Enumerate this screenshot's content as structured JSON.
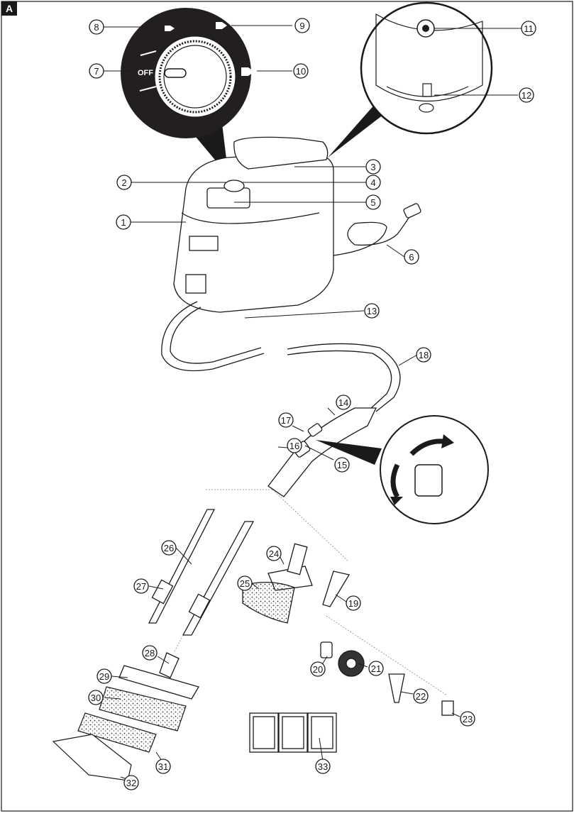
{
  "figure": {
    "label": "A",
    "dial_off_text": "OFF"
  },
  "callouts": [
    {
      "id": "c1",
      "text": "1"
    },
    {
      "id": "c2",
      "text": "2"
    },
    {
      "id": "c3",
      "text": "3"
    },
    {
      "id": "c4",
      "text": "4"
    },
    {
      "id": "c5",
      "text": "5"
    },
    {
      "id": "c6",
      "text": "6"
    },
    {
      "id": "c7",
      "text": "7"
    },
    {
      "id": "c8",
      "text": "8"
    },
    {
      "id": "c9",
      "text": "9"
    },
    {
      "id": "c10",
      "text": "10"
    },
    {
      "id": "c11",
      "text": "11"
    },
    {
      "id": "c12",
      "text": "12"
    },
    {
      "id": "c13",
      "text": "13"
    },
    {
      "id": "c14",
      "text": "14"
    },
    {
      "id": "c15",
      "text": "15"
    },
    {
      "id": "c16",
      "text": "16"
    },
    {
      "id": "c17",
      "text": "17"
    },
    {
      "id": "c18",
      "text": "18"
    },
    {
      "id": "c19",
      "text": "19"
    },
    {
      "id": "c20",
      "text": "20"
    },
    {
      "id": "c21",
      "text": "21"
    },
    {
      "id": "c22",
      "text": "22"
    },
    {
      "id": "c23",
      "text": "23"
    },
    {
      "id": "c24",
      "text": "24"
    },
    {
      "id": "c25",
      "text": "25"
    },
    {
      "id": "c26",
      "text": "26"
    },
    {
      "id": "c27",
      "text": "27"
    },
    {
      "id": "c28",
      "text": "28"
    },
    {
      "id": "c29",
      "text": "29"
    },
    {
      "id": "c30",
      "text": "30"
    },
    {
      "id": "c31",
      "text": "31"
    },
    {
      "id": "c32",
      "text": "32"
    },
    {
      "id": "c33",
      "text": "33"
    }
  ],
  "colors": {
    "line": "#1a1a1a",
    "dial_ring": "#231f20",
    "background": "#ffffff"
  },
  "icons": [
    "steam-level-low-icon",
    "steam-level-mid-icon",
    "steam-level-high-icon"
  ]
}
